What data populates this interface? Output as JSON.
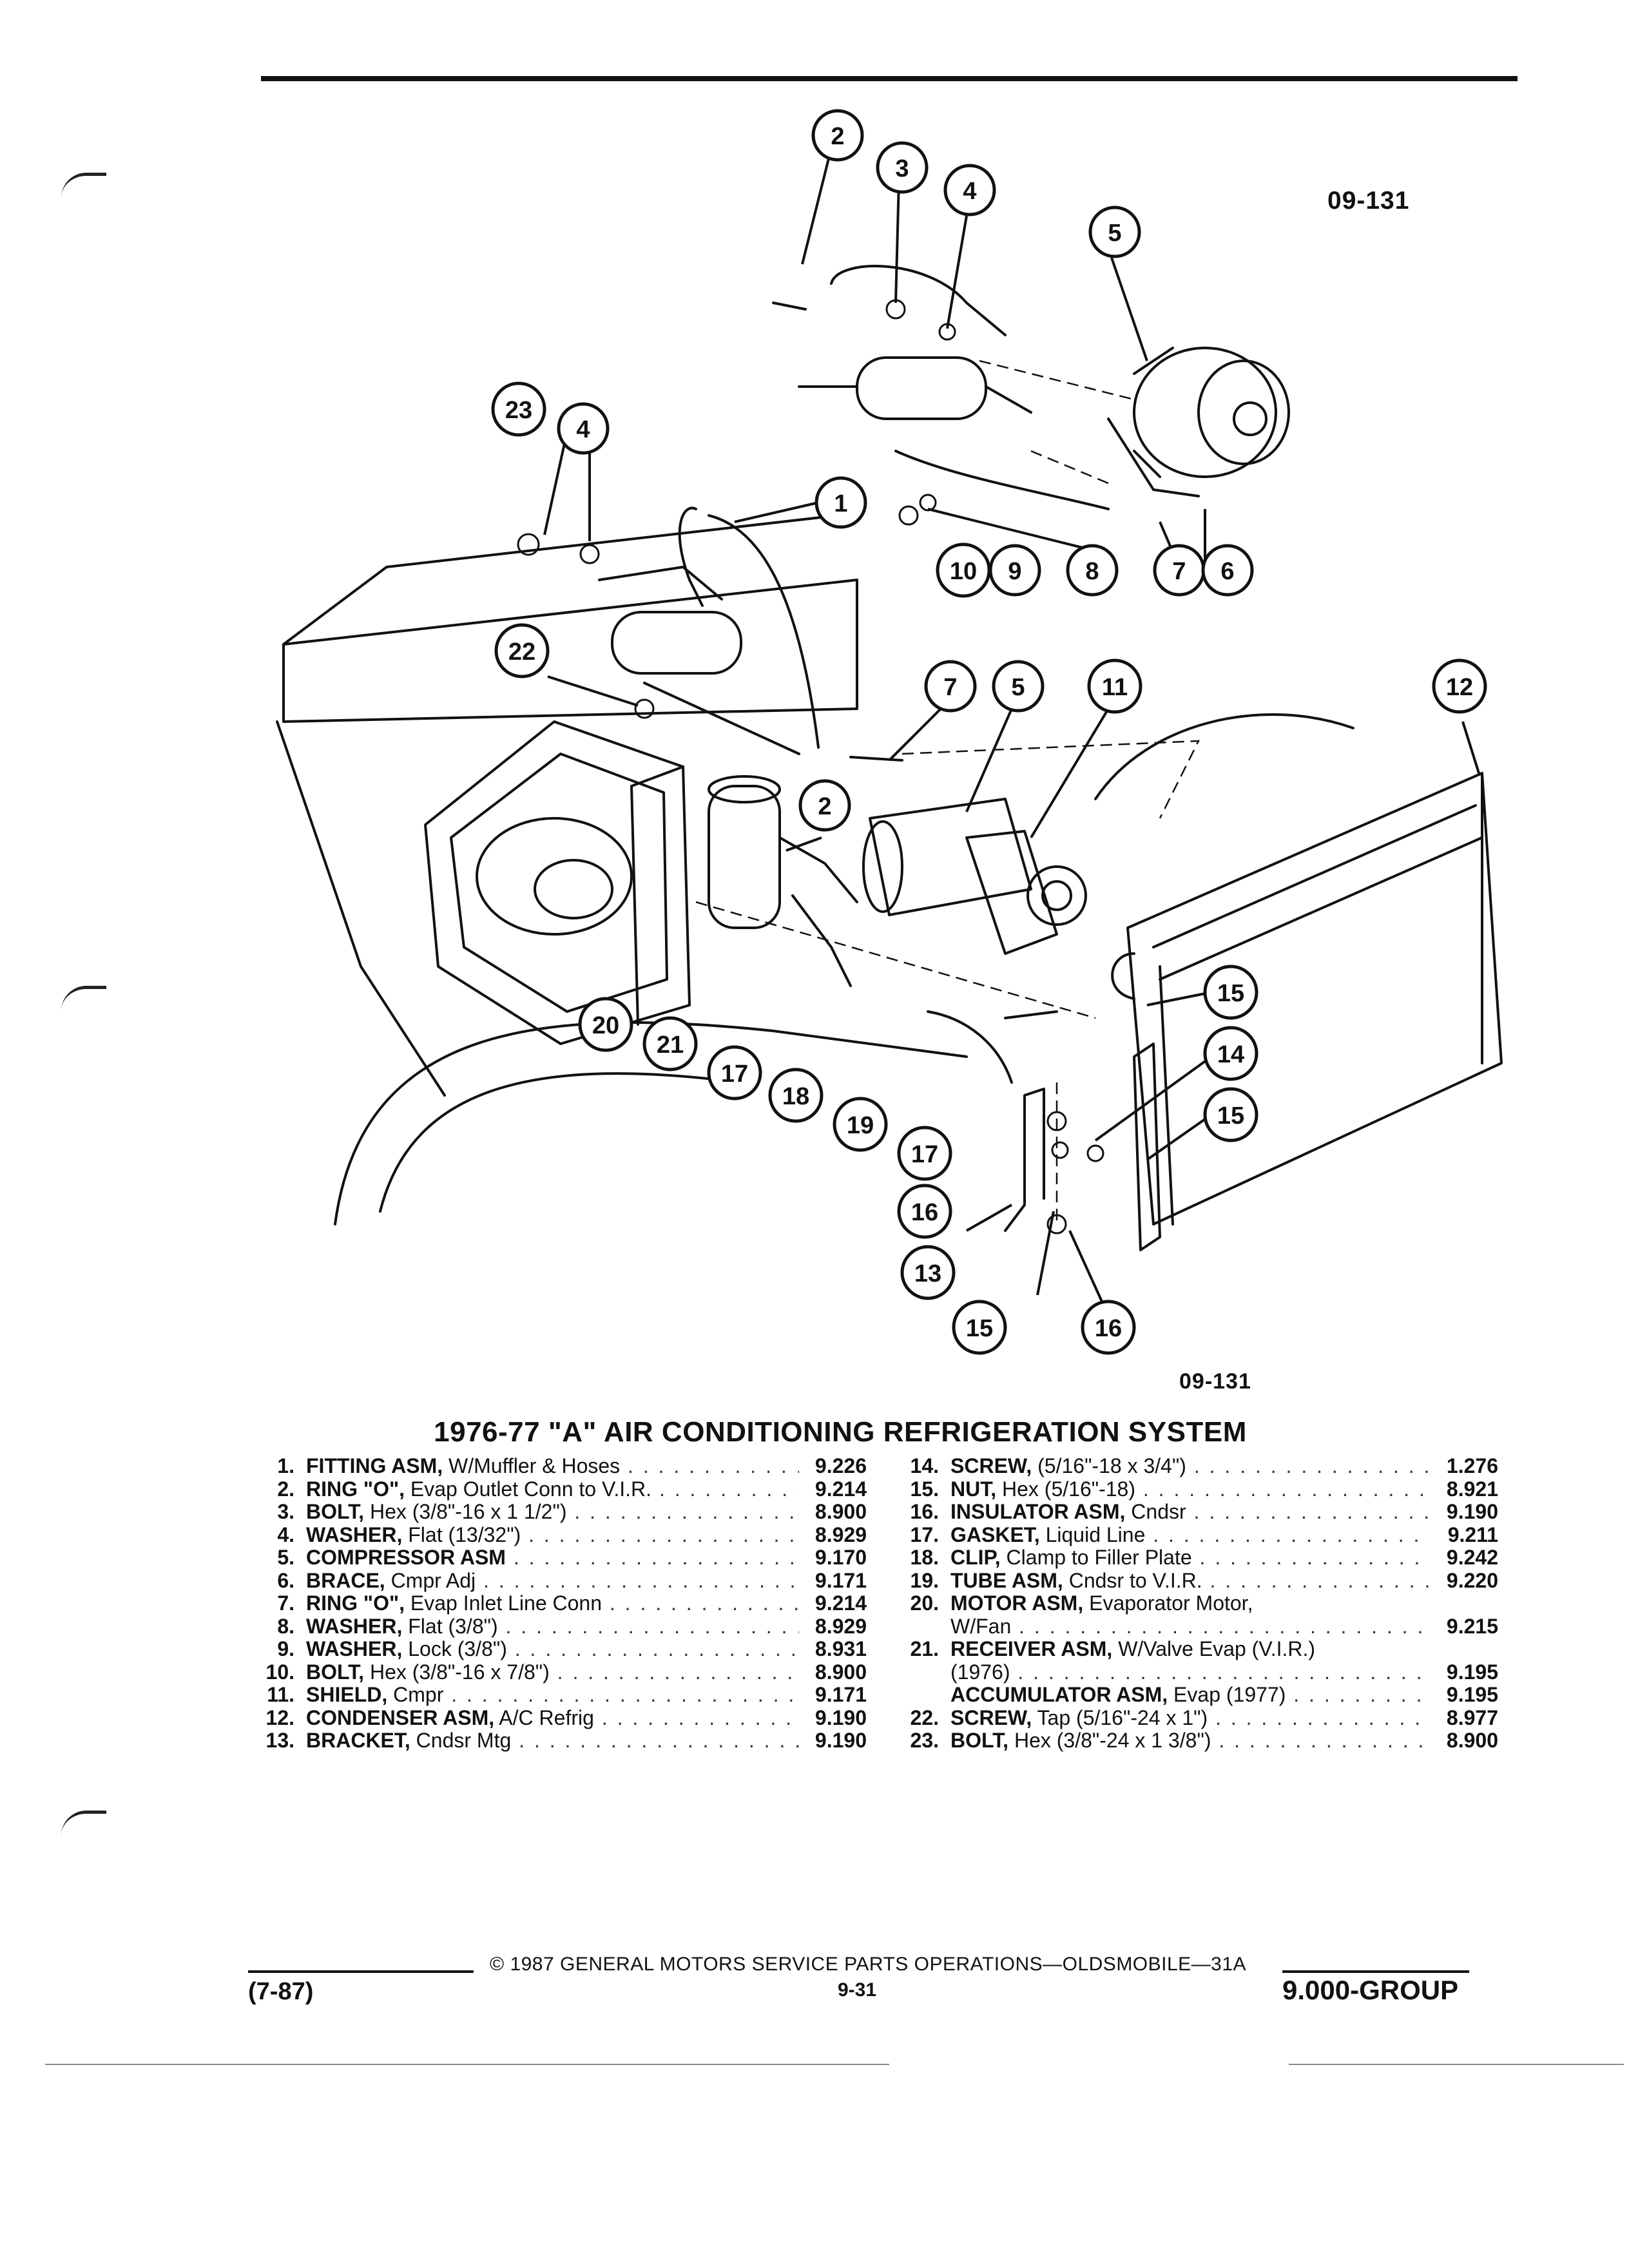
{
  "figure_id_top": "09-131",
  "figure_id_bottom": "09-131",
  "caption": "1976-77 \"A\" AIR CONDITIONING REFRIGERATION SYSTEM",
  "callouts": [
    "1",
    "2",
    "3",
    "4",
    "5",
    "6",
    "7",
    "8",
    "9",
    "10",
    "11",
    "12",
    "13",
    "14",
    "15",
    "16",
    "17",
    "18",
    "19",
    "20",
    "21",
    "22",
    "23"
  ],
  "parts_left": [
    {
      "num": "1.",
      "name": "FITTING ASM,",
      "detail": "W/Muffler & Hoses",
      "ref": "9.226"
    },
    {
      "num": "2.",
      "name": "RING \"O\",",
      "detail": "Evap Outlet Conn to V.I.R.",
      "ref": "9.214"
    },
    {
      "num": "3.",
      "name": "BOLT,",
      "detail": "Hex (3/8\"-16 x 1 1/2\")",
      "ref": "8.900"
    },
    {
      "num": "4.",
      "name": "WASHER,",
      "detail": "Flat (13/32\")",
      "ref": "8.929"
    },
    {
      "num": "5.",
      "name": "COMPRESSOR ASM",
      "detail": "",
      "ref": "9.170"
    },
    {
      "num": "6.",
      "name": "BRACE,",
      "detail": "Cmpr Adj",
      "ref": "9.171"
    },
    {
      "num": "7.",
      "name": "RING \"O\",",
      "detail": "Evap Inlet Line Conn",
      "ref": "9.214"
    },
    {
      "num": "8.",
      "name": "WASHER,",
      "detail": "Flat (3/8\")",
      "ref": "8.929"
    },
    {
      "num": "9.",
      "name": "WASHER,",
      "detail": "Lock (3/8\")",
      "ref": "8.931"
    },
    {
      "num": "10.",
      "name": "BOLT,",
      "detail": "Hex (3/8\"-16 x 7/8\")",
      "ref": "8.900"
    },
    {
      "num": "11.",
      "name": "SHIELD,",
      "detail": "Cmpr",
      "ref": "9.171"
    },
    {
      "num": "12.",
      "name": "CONDENSER ASM,",
      "detail": "A/C Refrig",
      "ref": "9.190"
    },
    {
      "num": "13.",
      "name": "BRACKET,",
      "detail": "Cndsr Mtg",
      "ref": "9.190"
    }
  ],
  "parts_right": [
    {
      "num": "14.",
      "name": "SCREW,",
      "detail": "(5/16\"-18 x 3/4\")",
      "ref": "1.276"
    },
    {
      "num": "15.",
      "name": "NUT,",
      "detail": "Hex (5/16\"-18)",
      "ref": "8.921"
    },
    {
      "num": "16.",
      "name": "INSULATOR ASM,",
      "detail": "Cndsr",
      "ref": "9.190"
    },
    {
      "num": "17.",
      "name": "GASKET,",
      "detail": "Liquid Line",
      "ref": "9.211"
    },
    {
      "num": "18.",
      "name": "CLIP,",
      "detail": "Clamp to Filler Plate",
      "ref": "9.242"
    },
    {
      "num": "19.",
      "name": "TUBE ASM,",
      "detail": "Cndsr to V.I.R.",
      "ref": "9.220"
    },
    {
      "num": "20.",
      "name": "MOTOR ASM,",
      "detail": "Evaporator Motor,",
      "ref": ""
    },
    {
      "num": "",
      "name": "",
      "detail": "W/Fan",
      "ref": "9.215"
    },
    {
      "num": "21.",
      "name": "RECEIVER ASM,",
      "detail": "W/Valve Evap (V.I.R.)",
      "ref": ""
    },
    {
      "num": "",
      "name": "",
      "detail": "(1976)",
      "ref": "9.195"
    },
    {
      "num": "",
      "name": "ACCUMULATOR ASM,",
      "detail": "Evap (1977)",
      "ref": "9.195"
    },
    {
      "num": "22.",
      "name": "SCREW,",
      "detail": "Tap (5/16\"-24 x 1\")",
      "ref": "8.977"
    },
    {
      "num": "23.",
      "name": "BOLT,",
      "detail": "Hex (3/8\"-24 x 1 3/8\")",
      "ref": "8.900"
    }
  ],
  "footer": {
    "date": "(7-87)",
    "copyright": "© 1987 GENERAL MOTORS SERVICE PARTS OPERATIONS—OLDSMOBILE—31A",
    "page": "9-31",
    "group": "9.000-GROUP"
  }
}
